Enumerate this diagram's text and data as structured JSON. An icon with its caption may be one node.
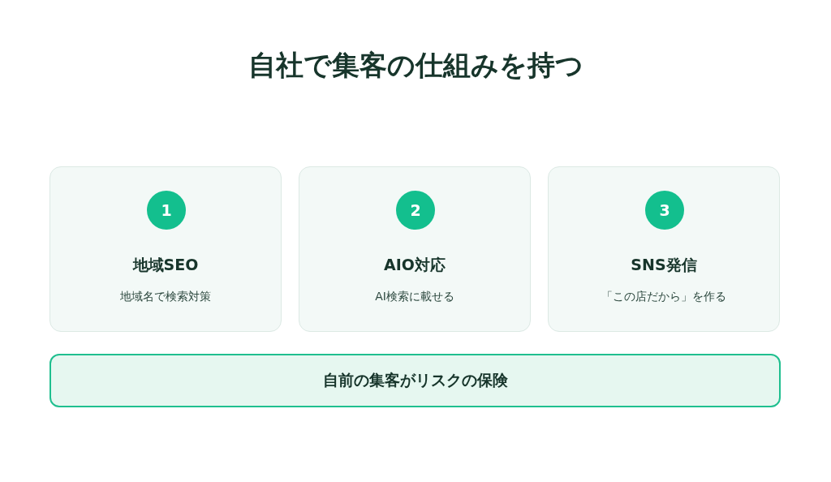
{
  "diagram": {
    "title": "自社で集客の仕組みを持つ",
    "nodes": [
      {
        "text": [
          "地域SEO",
          "地域名で検索対策"
        ]
      },
      {
        "text": [
          "1"
        ],
        "in": 0
      },
      {
        "text": [
          "AIO対応",
          "AI検索に載せる"
        ]
      },
      {
        "text": [
          "2"
        ],
        "in": 2
      },
      {
        "text": [
          "SNS発信",
          "「この店だから」を作る"
        ]
      },
      {
        "text": [
          "3"
        ],
        "in": 4
      },
      {
        "text": [
          "自前の集客がリスクの保険"
        ]
      }
    ]
  }
}
